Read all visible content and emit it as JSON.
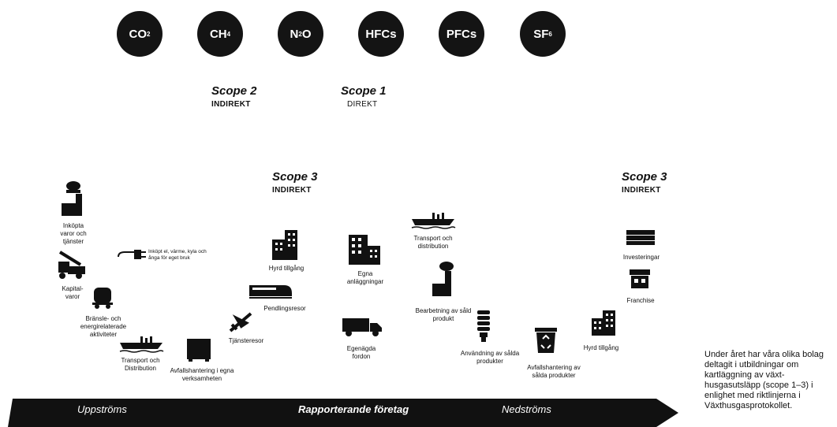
{
  "gases": [
    {
      "main": "CO",
      "sub": "2"
    },
    {
      "main": "CH",
      "sub": "4"
    },
    {
      "main": "N",
      "sub": "2",
      "tail": "O"
    },
    {
      "main": "HFCs",
      "sub": ""
    },
    {
      "main": "PFCs",
      "sub": ""
    },
    {
      "main": "SF",
      "sub": "6"
    }
  ],
  "scope2": {
    "title": "Scope 2",
    "subtitle": "INDIREKT"
  },
  "scope1": {
    "title": "Scope 1",
    "subtitle": "DIREKT"
  },
  "scope3_mid": {
    "title": "Scope 3",
    "subtitle": "INDIREKT"
  },
  "scope3_right": {
    "title": "Scope 3",
    "subtitle": "INDIREKT"
  },
  "labels": {
    "inkopta": "Inköpta varor och tjänster",
    "el": "Inköpt el, värme, kyla och ånga för eget bruk",
    "kapital": "Kapital-varor",
    "bransle": "Bränsle- och energirelaterade aktiviteter",
    "transport_up": "Transport och Distribution",
    "avfall_up": "Avfallshantering i egna verksamheten",
    "tjanste": "Tjänsteresor",
    "pendling": "Pendlingsresor",
    "hyrd_up": "Hyrd tillgång",
    "egna_anl": "Egna anläggningar",
    "egna_fordon": "Egenägda fordon",
    "transport_down": "Transport och distribution",
    "bearbetning": "Bearbetning av såld produkt",
    "anvandning": "Användning av sålda produkter",
    "avfall_down": "Avfallshantering av sålda produkter",
    "hyrd_down": "Hyrd tillgång",
    "franchise": "Franchise",
    "invest": "Investeringar"
  },
  "arrow": {
    "upstream": "Uppströms",
    "company": "Rapporterande företag",
    "downstream": "Nedströms"
  },
  "note": "Under året har våra olika bolag deltagit i utbildningar om kartläggning av växt-husgasutsläpp (scope 1–3) i enlighet med riktlinjerna i Växthusgasprotokollet."
}
